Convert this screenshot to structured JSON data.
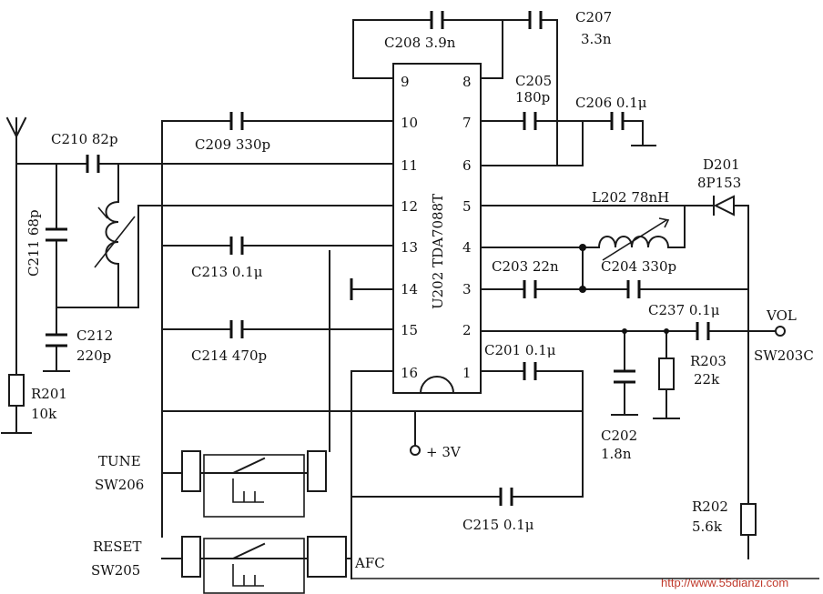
{
  "ic": {
    "ref": "U202",
    "part": "TDA7088T",
    "left_pins": [
      "9",
      "10",
      "11",
      "12",
      "13",
      "14",
      "15",
      "16"
    ],
    "right_pins": [
      "8",
      "7",
      "6",
      "5",
      "4",
      "3",
      "2",
      "1"
    ]
  },
  "capacitors": {
    "c208": {
      "ref": "C208",
      "value": "3.9n"
    },
    "c207": {
      "ref": "C207",
      "value": "3.3n"
    },
    "c205": {
      "ref": "C205",
      "value": "180p"
    },
    "c206": {
      "ref": "C206",
      "value": "0.1μ"
    },
    "c210": {
      "ref": "C210",
      "value": "82p"
    },
    "c209": {
      "ref": "C209",
      "value": "330p"
    },
    "c211": {
      "ref": "C211",
      "value": "68p"
    },
    "c212": {
      "ref": "C212",
      "value": "220p"
    },
    "c213": {
      "ref": "C213",
      "value": "0.1μ"
    },
    "c214": {
      "ref": "C214",
      "value": "470p"
    },
    "c203": {
      "ref": "C203",
      "value": "22n"
    },
    "c204": {
      "ref": "C204",
      "value": "330p"
    },
    "c237": {
      "ref": "C237",
      "value": "0.1μ"
    },
    "c201": {
      "ref": "C201",
      "value": "0.1μ"
    },
    "c202": {
      "ref": "C202",
      "value": "1.8n"
    },
    "c215": {
      "ref": "C215",
      "value": "0.1μ"
    }
  },
  "resistors": {
    "r201": {
      "ref": "R201",
      "value": "10k"
    },
    "r203": {
      "ref": "R203",
      "value": "22k"
    },
    "r202": {
      "ref": "R202",
      "value": "5.6k"
    }
  },
  "inductor": {
    "ref": "L202",
    "value": "78nH"
  },
  "diode": {
    "ref": "D201",
    "value": "8P153"
  },
  "switches": {
    "tune": {
      "name": "TUNE",
      "ref": "SW206"
    },
    "reset": {
      "name": "RESET",
      "ref": "SW205"
    }
  },
  "power": {
    "label": "+ 3V"
  },
  "vol": {
    "label": "VOL",
    "ref": "SW203C"
  },
  "afc": {
    "label": "AFC"
  },
  "watermark": "http://www.55dianzi.com"
}
